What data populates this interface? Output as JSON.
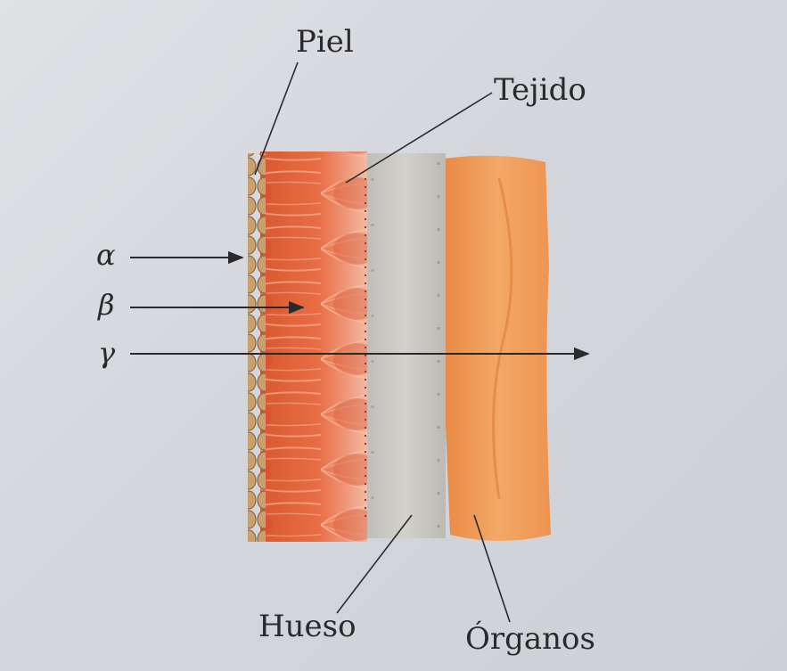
{
  "labels": {
    "piel": "Piel",
    "tejido": "Tejido",
    "hueso": "Hueso",
    "organos": "Órganos"
  },
  "radiation": {
    "alpha": "α",
    "beta": "β",
    "gamma": "γ"
  },
  "colors": {
    "background": "#d6d9dd",
    "skin": "#b8895e",
    "tissue": "#e0683f",
    "bone": "#c9c8c2",
    "organs": "#ee9b57",
    "line": "#2a2a2c"
  }
}
